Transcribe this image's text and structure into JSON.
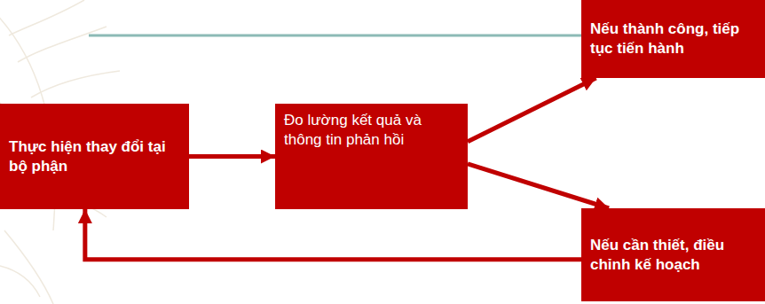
{
  "diagram": {
    "nodes": [
      {
        "text": [
          "Thực hiện thay đổi tại bộ phận"
        ]
      },
      {
        "text": [
          "Đo lường kết quả và thông tin phản hồi"
        ]
      },
      {
        "text": [
          "Nếu thành công, tiếp tục tiến hành"
        ]
      },
      {
        "text": [
          "Nếu cần thiết, điều chỉnh kế hoạch"
        ]
      }
    ],
    "edges": [
      {
        "from": 0,
        "to": 1,
        "arrow": "to"
      },
      {
        "from": 1,
        "to": 2,
        "arrow": "to"
      },
      {
        "from": 1,
        "to": 3,
        "arrow": "to"
      },
      {
        "from": 3,
        "to": 0,
        "arrow": "to"
      }
    ]
  }
}
